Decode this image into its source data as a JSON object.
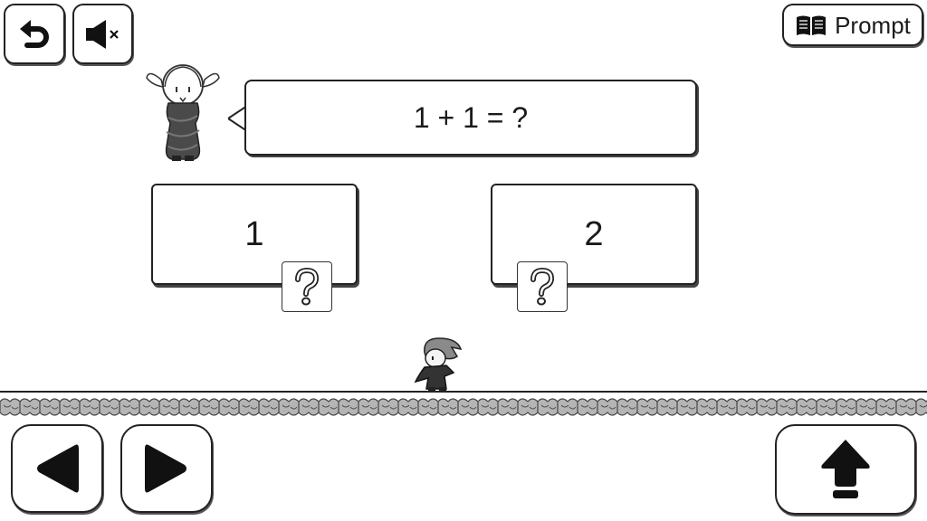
{
  "toolbar": {
    "back_icon": "undo-arrow-icon",
    "mute_icon": "speaker-muted-icon",
    "prompt_label": "Prompt",
    "prompt_icon": "open-book-icon"
  },
  "question": {
    "text": "1 + 1 = ?"
  },
  "answers": [
    {
      "label": "1",
      "hint_icon": "question-mark-icon"
    },
    {
      "label": "2",
      "hint_icon": "question-mark-icon"
    }
  ],
  "controls": {
    "left_icon": "triangle-left-icon",
    "right_icon": "triangle-right-icon",
    "jump_icon": "arrow-up-icon"
  }
}
